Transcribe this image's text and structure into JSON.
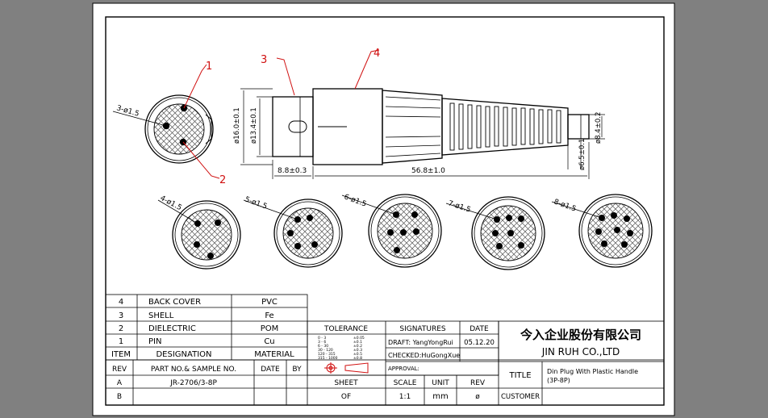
{
  "colors": {
    "background": "#808080",
    "paper": "#ffffff",
    "line": "#000000",
    "leader": "#d01010",
    "hatch": "#555555"
  },
  "callouts": [
    "1",
    "2",
    "3",
    "4"
  ],
  "views": {
    "main_pin_label": "3-ø1.5",
    "bottom_pin_labels": [
      "4-ø1.5",
      "5-ø1.5",
      "6-ø1.5",
      "7-ø1.5",
      "8-ø1.5"
    ]
  },
  "dimensions": {
    "d16": "ø16.0±0.1",
    "d134": "ø13.4±0.1",
    "d84": "ø8.4±0.2",
    "d65": "ø6.5±0.1",
    "l88": "8.8±0.3",
    "l568": "56.8±1.0"
  },
  "bom": {
    "rows": [
      {
        "item": "4",
        "designation": "BACK COVER",
        "material": "PVC"
      },
      {
        "item": "3",
        "designation": "SHELL",
        "material": "Fe"
      },
      {
        "item": "2",
        "designation": "DIELECTRIC",
        "material": "POM"
      },
      {
        "item": "1",
        "designation": "PIN",
        "material": "Cu"
      }
    ],
    "header": {
      "item": "ITEM",
      "designation": "DESIGNATION",
      "material": "MATERIAL"
    }
  },
  "title_block": {
    "tolerance": "TOLERANCE",
    "tolerance_rows": [
      [
        "0 - 3",
        "±0.05"
      ],
      [
        "3 - 6",
        "±0.1"
      ],
      [
        "6 - 30",
        "±0.2"
      ],
      [
        "30 - 120",
        "±0.3"
      ],
      [
        "120 - 315",
        "±0.5"
      ],
      [
        "315 - 1000",
        "±0.8"
      ]
    ],
    "signatures": "SIGNATURES",
    "date_label": "DATE",
    "draft": "DRAFT: YangYongRui",
    "checked": "CHECKED:HuGongXue",
    "date": "05.12.20",
    "approval": "APPROVAL:",
    "company_cn": "今入企业股份有限公司",
    "company_en": "JIN RUH CO.,LTD",
    "rev": "REV",
    "part_header": "PART NO.& SAMPLE NO.",
    "date_header": "DATE",
    "by_header": "BY",
    "rev_a": "A",
    "rev_b": "B",
    "part_no": "JR-2706/3-8P",
    "sheet": "SHEET",
    "sheet_value": "OF",
    "scale": "SCALE",
    "scale_value": "1:1",
    "unit": "UNIT",
    "unit_value": "mm",
    "rev_label": "REV",
    "rev_value": "ø",
    "title_label": "TITLE",
    "title_value_1": "Din Plug With Plastic Handle",
    "title_value_2": "(3P-8P)",
    "customer": "CUSTOMER"
  }
}
